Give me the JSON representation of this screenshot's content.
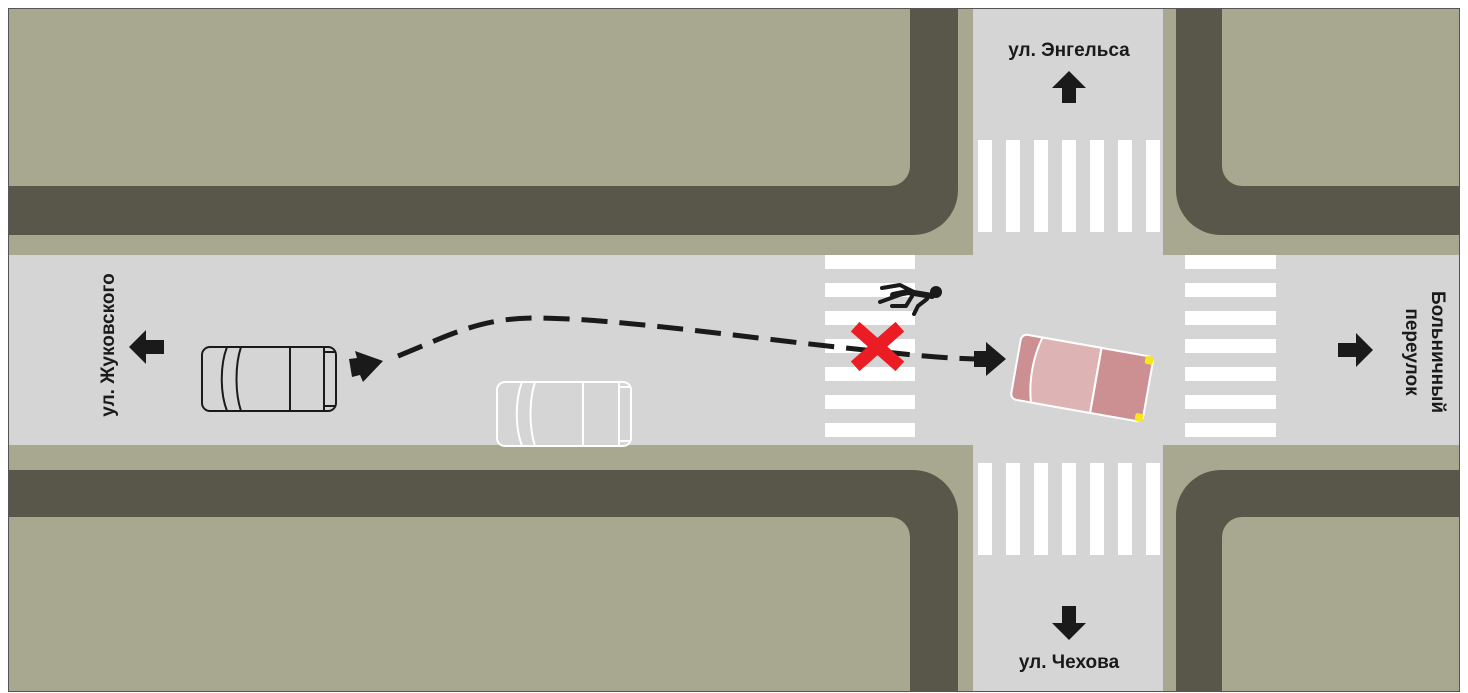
{
  "streets": {
    "north": "ул. Энгельса",
    "south": "ул. Чехова",
    "west": "ул. Жуковского",
    "east_line1": "Больничный",
    "east_line2": "переулок"
  },
  "colors": {
    "block": "#a8a78f",
    "curb": "#585749",
    "road": "#d5d5d5",
    "stripe": "#ffffff",
    "path": "#1a1a1a",
    "collision": "#ec1c24",
    "victim_car": "#cc8f92",
    "victim_car_light": "#deb3b4",
    "headlight": "#f5e61e"
  },
  "icons": [
    "arrow-left-icon",
    "arrow-right-icon",
    "arrow-up-icon",
    "arrow-down-icon",
    "pedestrian-icon",
    "collision-cross-icon"
  ]
}
